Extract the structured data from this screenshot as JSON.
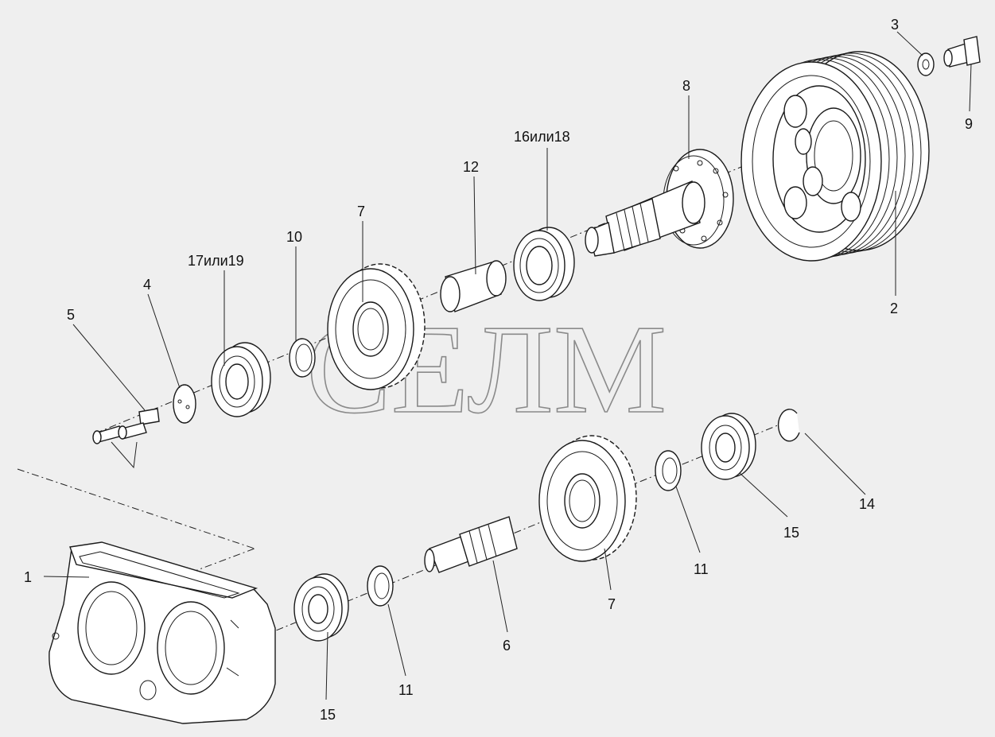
{
  "watermark": "СЕЛМ",
  "labels": {
    "p1": "1",
    "p2": "2",
    "p3": "3",
    "p4": "4",
    "p5": "5",
    "p6": "6",
    "p7a": "7",
    "p7b": "7",
    "p8": "8",
    "p9": "9",
    "p10": "10",
    "p11a": "11",
    "p11b": "11",
    "p12": "12",
    "p14": "14",
    "p15a": "15",
    "p15b": "15",
    "p16": "16или18",
    "p17": "17или19"
  }
}
